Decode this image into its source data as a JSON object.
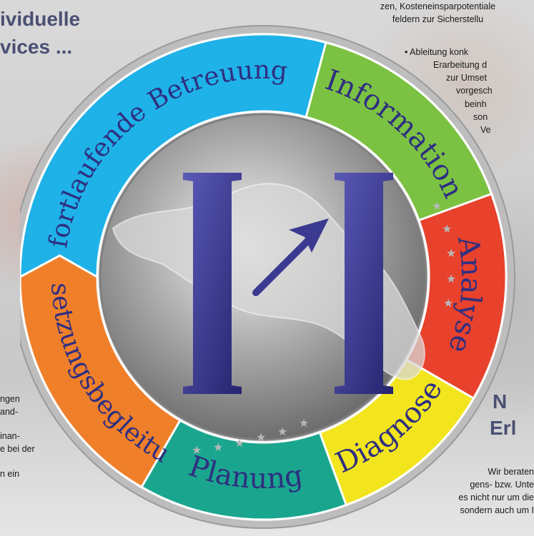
{
  "headline_left": {
    "line1": "ividuelle",
    "line2": "vices ..."
  },
  "headline_right": {
    "line1": "N",
    "line2": "Erl"
  },
  "text_top_right": {
    "line1": "zen, Kosteneinsparpotentiale",
    "line2": "feldern zur Sicherstellu"
  },
  "bullet_right": {
    "lines": [
      "• Ableitung konk",
      "Erarbeitung d",
      "zur Umset",
      "vorgesch",
      "beinh",
      "son",
      "Ve"
    ]
  },
  "text_left": {
    "lines": [
      "ngen",
      "and-",
      "inan-",
      "e bei der",
      "n ein"
    ]
  },
  "text_bottom_right": {
    "lines": [
      "Wir beraten",
      "gens- bzw. Unte",
      "es nicht nur um die",
      "sondern auch um I"
    ]
  },
  "cycle": {
    "segments": [
      {
        "label": "fortlaufende Betreuung",
        "color": "#1eb2e8"
      },
      {
        "label": "Information",
        "color": "#7cc242"
      },
      {
        "label": "Analyse",
        "color": "#e8412c"
      },
      {
        "label": "Diagnose",
        "color": "#f2e51e"
      },
      {
        "label": "Planung",
        "color": "#1aa68e"
      },
      {
        "label": "Umsetzungsbegleitung",
        "color": "#f07f2a"
      }
    ],
    "label_color": "#2e2f80"
  },
  "logo": {
    "letter_color": "#3b3a91",
    "arrow_color": "#3b3a91"
  }
}
